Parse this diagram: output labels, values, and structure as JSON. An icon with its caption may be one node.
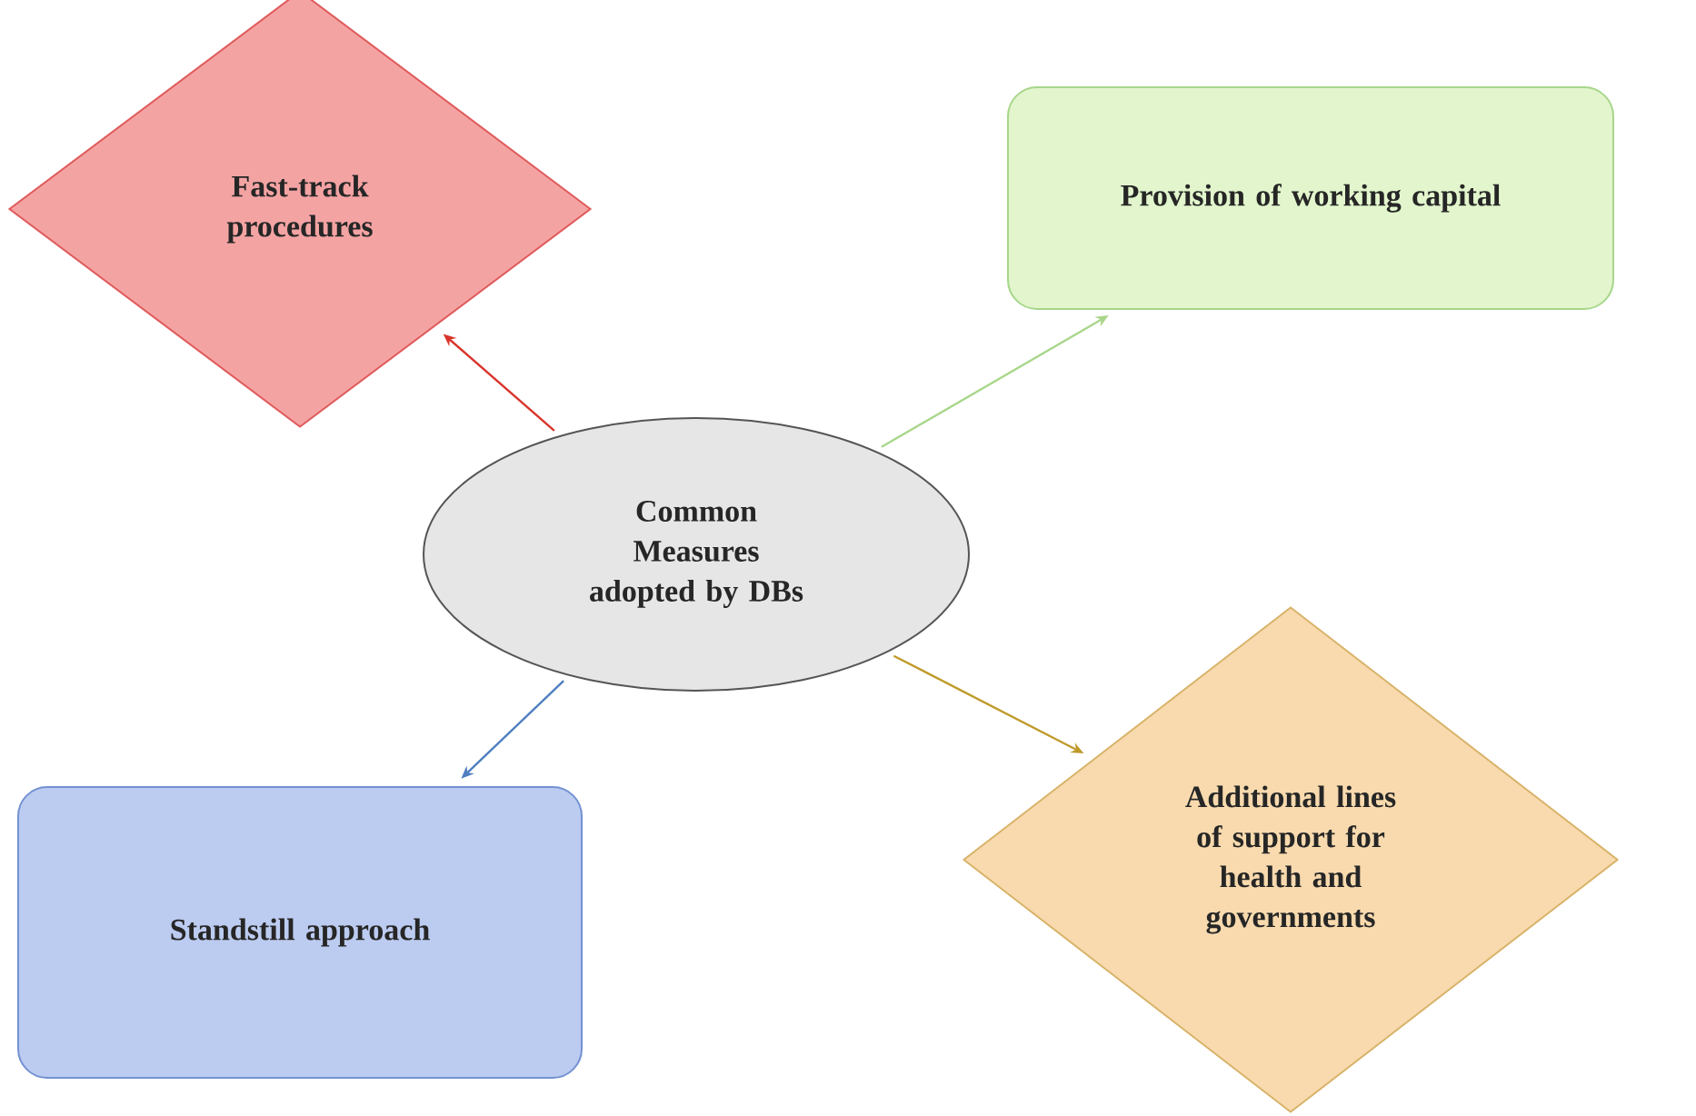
{
  "diagram": {
    "nodes": [
      {
        "text": [
          "Common Measures adopted by DBs"
        ]
      },
      {
        "text": [
          "Fast-track procedures"
        ]
      },
      {
        "text": [
          "Provision of working capital"
        ]
      },
      {
        "text": [
          "Standstill approach"
        ]
      },
      {
        "text": [
          "Additional lines of support for health and governments"
        ]
      }
    ],
    "edges": [
      {
        "from": 0,
        "to": 1,
        "arrow": "to",
        "color": "#d9342b"
      },
      {
        "from": 0,
        "to": 2,
        "arrow": "to",
        "color": "#a8d68a"
      },
      {
        "from": 0,
        "to": 3,
        "arrow": "to",
        "color": "#4f7fc0"
      },
      {
        "from": 0,
        "to": 4,
        "arrow": "to",
        "color": "#bf9a2a"
      }
    ]
  }
}
